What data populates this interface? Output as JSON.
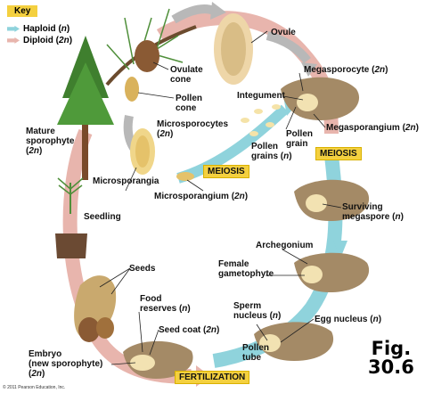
{
  "key": {
    "title": "Key",
    "haploid": "Haploid (n)",
    "diploid": "Diploid (2n)",
    "haploid_color": "#8fd3dc",
    "diploid_color": "#e8b5ad"
  },
  "labels": {
    "ovule": "Ovule",
    "ovulate_cone": "Ovulate\ncone",
    "pollen_cone": "Pollen\ncone",
    "microsporocytes": "Microsporocytes\n(2n)",
    "megasporocyte": "Megasporocyte (2n)",
    "integument": "Integument",
    "pollen_grain": "Pollen\ngrain",
    "megasporangium": "Megasporangium (2n)",
    "mature_sporophyte": "Mature\nsporophyte\n(2n)",
    "pollen_grains": "Pollen\ngrains (n)",
    "microsporangia": "Microsporangia",
    "microsporangium": "Microsporangium (2n)",
    "surviving_megaspore": "Surviving\nmegaspore (n)",
    "seedling": "Seedling",
    "archegonium": "Archegonium",
    "female_gametophyte": "Female\ngametophyte",
    "seeds": "Seeds",
    "food_reserves": "Food\nreserves (n)",
    "sperm_nucleus": "Sperm\nnucleus (n)",
    "egg_nucleus": "Egg nucleus (n)",
    "seed_coat": "Seed coat (2n)",
    "pollen_tube": "Pollen\ntube",
    "embryo": "Embryo\n(new sporophyte)\n(2n)"
  },
  "stages": {
    "meiosis_left": "MEIOSIS",
    "meiosis_right": "MEIOSIS",
    "fertilization": "FERTILIZATION"
  },
  "figure_label": "Fig.\n30.6",
  "credit": "© 2011 Pearson Education, Inc."
}
